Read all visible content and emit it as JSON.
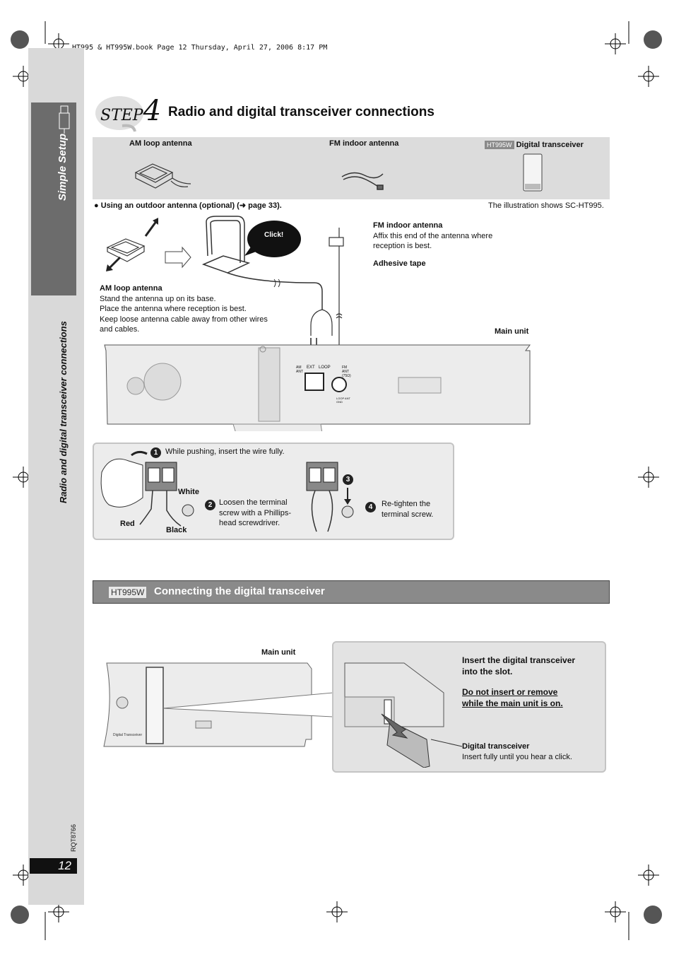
{
  "print_header": "HT995 & HT995W.book  Page 12  Thursday, April 27, 2006  8:17 PM",
  "sidebar": {
    "section": "Simple Setup",
    "topic": "Radio and digital transceiver connections",
    "doc_code": "RQT8766",
    "page_number": "12"
  },
  "step": {
    "prefix": "STEP",
    "number": "4",
    "title": "Radio and digital transceiver connections"
  },
  "components": {
    "am_label": "AM loop antenna",
    "fm_label": "FM indoor antenna",
    "model_tag": "HT995W",
    "transceiver_label": "Digital transceiver"
  },
  "notes": {
    "outdoor": "Using an outdoor antenna (optional) (➜ page 33).",
    "illustration": "The illustration shows SC-HT995."
  },
  "antenna_diagram": {
    "click": "Click!",
    "fm_title": "FM indoor antenna",
    "fm_desc_1": "Affix this end of the antenna where",
    "fm_desc_2": "reception is best.",
    "adhesive": "Adhesive tape",
    "am_title": "AM loop antenna",
    "am_desc_1": "Stand the antenna up on its base.",
    "am_desc_2": "Place the antenna where reception is best.",
    "am_desc_3": "Keep loose antenna cable away from other wires",
    "am_desc_4": "and cables.",
    "main_unit": "Main unit",
    "port_am": "AM ANT",
    "port_ext": "EXT",
    "port_loop": "LOOP",
    "port_fm": "FM ANT (75Ω)",
    "port_gnd": "LOOP ANT GND"
  },
  "wiring": {
    "step1": "While pushing, insert the wire fully.",
    "white": "White",
    "red": "Red",
    "black": "Black",
    "step2_1": "Loosen the terminal",
    "step2_2": "screw with a Phillips-",
    "step2_3": "head screwdriver.",
    "step4_1": "Re-tighten the",
    "step4_2": "terminal screw.",
    "n1": "1",
    "n2": "2",
    "n3": "3",
    "n4": "4"
  },
  "transceiver_section": {
    "tag": "HT995W",
    "title": "Connecting the digital transceiver",
    "main_unit": "Main unit",
    "slot_label": "Digital Transceiver",
    "insert_1": "Insert the digital transceiver",
    "insert_2": "into the slot.",
    "warn_1": "Do not insert or remove",
    "warn_2": "while the main unit is on.",
    "dt_title": "Digital transceiver",
    "dt_desc": "Insert fully until you hear a click."
  }
}
